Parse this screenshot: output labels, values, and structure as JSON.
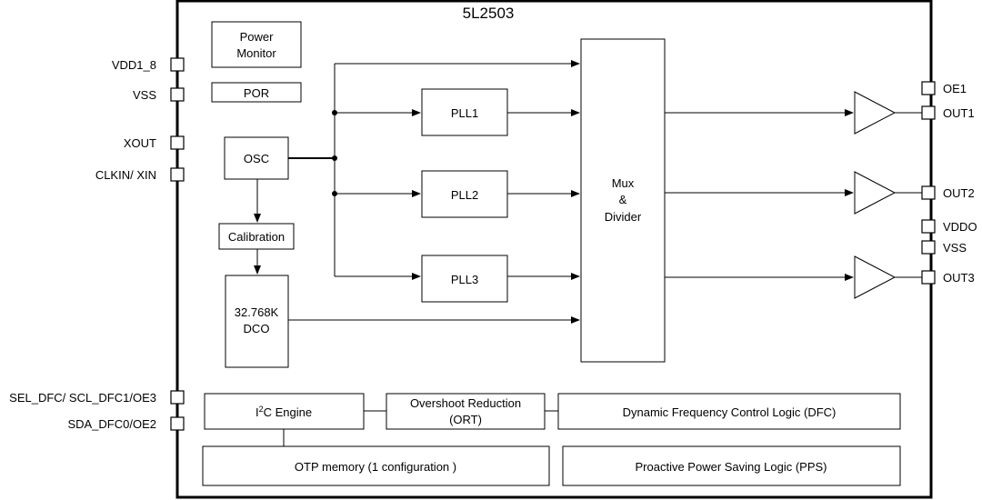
{
  "title": "5L2503",
  "pins_left": [
    "VDD1_8",
    "VSS",
    "XOUT",
    "CLKIN/ XIN",
    "SEL_DFC/ SCL_DFC1/OE3",
    "SDA_DFC0/OE2"
  ],
  "pins_right": [
    "OE1",
    "OUT1",
    "OUT2",
    "VDDO",
    "VSS",
    "OUT3"
  ],
  "blocks": {
    "power_monitor": [
      "Power",
      "Monitor"
    ],
    "por": "POR",
    "osc": "OSC",
    "calibration": "Calibration",
    "dco": [
      "32.768K",
      "DCO"
    ],
    "pll1": "PLL1",
    "pll2": "PLL2",
    "pll3": "PLL3",
    "mux": [
      "Mux",
      "&",
      "Divider"
    ],
    "i2c_prefix": "I",
    "i2c_sup": "2",
    "i2c_suffix": "C Engine",
    "ort": [
      "Overshoot Reduction",
      "(ORT)"
    ],
    "dfc": "Dynamic Frequency Control Logic  (DFC)",
    "otp": "OTP memory (1 configuration )",
    "pps": "Proactive Power Saving Logic  (PPS)"
  }
}
